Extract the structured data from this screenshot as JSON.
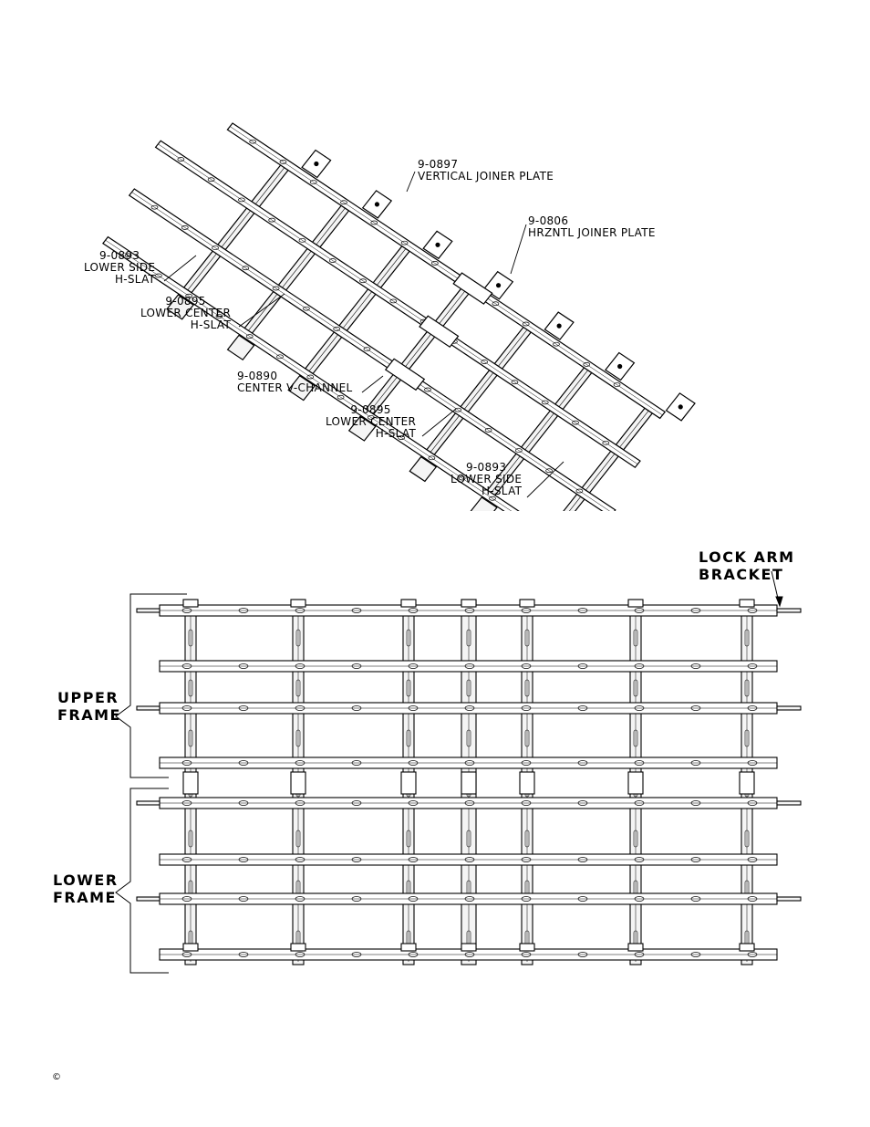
{
  "isometric_callouts": [
    {
      "part": "9-0897",
      "desc": "VERTICAL JOINER PLATE"
    },
    {
      "part": "9-0806",
      "desc": "HRZNTL JOINER PLATE"
    },
    {
      "part": "9-0893",
      "desc": "LOWER SIDE",
      "desc2": "H-SLAT"
    },
    {
      "part": "9-0895",
      "desc": "LOWER CENTER",
      "desc2": "H-SLAT"
    },
    {
      "part": "9-0890",
      "desc": "CENTER V-CHANNEL"
    },
    {
      "part": "9-0895",
      "desc": "LOWER CENTER",
      "desc2": "H-SLAT"
    },
    {
      "part": "9-0893",
      "desc": "LOWER SIDE",
      "desc2": "H-SLAT"
    }
  ],
  "plan_labels": {
    "lock_arm": {
      "line1": "LOCK ARM",
      "line2": "BRACKET"
    },
    "upper": {
      "line1": "UPPER",
      "line2": "FRAME"
    },
    "lower": {
      "line1": "LOWER",
      "line2": "FRAME"
    }
  },
  "footer": {
    "copyright_symbol": "©"
  },
  "colors": {
    "ink": "#000000",
    "paper": "#ffffff",
    "fill": "#f4f4f4"
  }
}
